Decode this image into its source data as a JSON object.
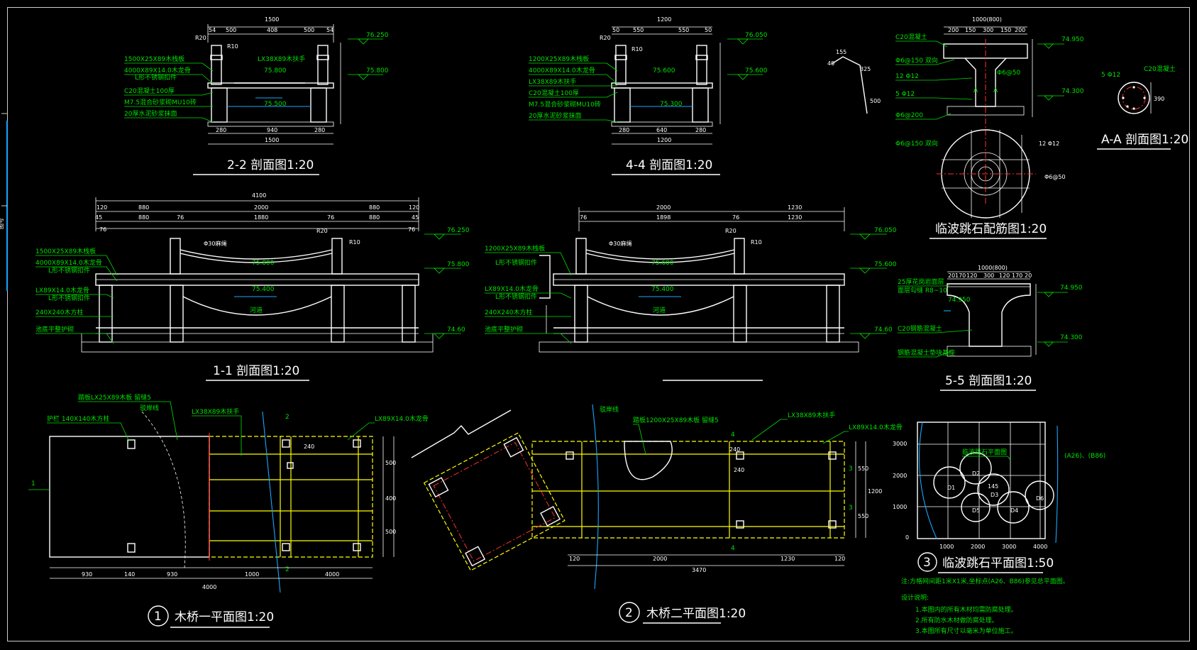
{
  "sheet": {
    "side_tag": "图号",
    "section_2_2": {
      "title": "2-2 剖面图1:20",
      "dims_top": [
        "1500",
        "54",
        "500",
        "408",
        "500",
        "54"
      ],
      "dims_bottom": [
        "280",
        "940",
        "280",
        "1500"
      ],
      "notes": [
        "1500X25X89木栈板",
        "4000X89X14.0木龙骨",
        "L形不锈钢扣件",
        "C20混凝土100厚",
        "M7.5混合砂浆砌MU10砖",
        "20厚水泥砂浆抹面"
      ],
      "levels": [
        "76.250",
        "75.800",
        "75.500"
      ],
      "small": [
        "R20",
        "R10",
        "LX38X89木扶手"
      ]
    },
    "section_4_4": {
      "title": "4-4 剖面图1:20",
      "dims_top": [
        "1200",
        "50",
        "550",
        "550",
        "50"
      ],
      "dims_bottom": [
        "280",
        "640",
        "280",
        "1200"
      ],
      "notes": [
        "1200X25X89木栈板",
        "4000X89X14.0木龙骨",
        "LX38X89木扶手",
        "C20混凝土100厚",
        "M7.5混合砂浆砌MU10砖",
        "20厚水泥砂浆抹面"
      ],
      "levels": [
        "76.050",
        "75.600",
        "75.300"
      ],
      "small": [
        "R20",
        "R10"
      ]
    },
    "section_1_1": {
      "title": "1-1 剖面图1:20",
      "dims_total": "4100",
      "dims_top": [
        "120",
        "880",
        "2000",
        "880",
        "120"
      ],
      "dims_second": [
        "45",
        "880",
        "76",
        "1880",
        "76",
        "880",
        "45"
      ],
      "notes": [
        "1500X25X89木栈板",
        "4000X89X14.0木龙骨",
        "L形不锈钢扣件",
        "LX89X14.0木龙骨",
        "L形不锈钢扣件",
        "240X240木方柱",
        "池底平整护砌"
      ],
      "labels": [
        "Φ30麻绳",
        "河道",
        "R20",
        "R10"
      ],
      "levels": [
        "76.250",
        "75.800",
        "75.400",
        "74.60"
      ]
    },
    "section_3_3": {
      "title": "",
      "dims_top": [
        "2000",
        "1230"
      ],
      "dims_second": [
        "76",
        "1898",
        "76",
        "1230"
      ],
      "notes": [
        "1200X25X89木栈板",
        "L形不锈钢扣件",
        "LX89X14.0木龙骨",
        "L形不锈钢扣件",
        "240X240木方柱",
        "池底平整护砌"
      ],
      "labels": [
        "Φ30麻绳",
        "河道",
        "R20",
        "R10"
      ],
      "levels": [
        "76.050",
        "75.600",
        "75.400",
        "74.60"
      ]
    },
    "stone_rebar": {
      "title": "临波跳石配筋图1:20",
      "dims_top": [
        "1000(800)",
        "200",
        "150",
        "300",
        "150",
        "200"
      ],
      "notes": [
        "C20混凝土",
        "Φ6@150 双向",
        "12 Φ12",
        "5 Φ12",
        "Φ6@200",
        "Φ6@150 双向",
        "Φ6@50"
      ],
      "side_labels": [
        "Φ6@50",
        "12 Φ12",
        "Φ6@50"
      ],
      "levels": [
        "74.950",
        "74.300"
      ],
      "labels": [
        "A",
        "A"
      ]
    },
    "section_a_a": {
      "title": "A-A 剖面图1:20",
      "labels": [
        "5 Φ12",
        "C20混凝土",
        "390"
      ]
    },
    "stone_section": {
      "title": "5-5 剖面图1:20",
      "dims_top": [
        "1000(800)",
        "20",
        "170",
        "120",
        "300",
        "120",
        "170",
        "20"
      ],
      "notes": [
        "25厚花岗岩面层",
        "面层勾缝 R8~10",
        "C20钢筋混凝土",
        "钢筋混凝土垫块基座"
      ],
      "levels": [
        "74.950",
        "74.950",
        "74.300"
      ]
    },
    "dim_sketch": {
      "labels": [
        "155",
        "40",
        "325",
        "500"
      ]
    },
    "plan_1": {
      "title": "木桥一平面图1:20",
      "num": "1",
      "notes": [
        "踏板LX25X89木板 留缝5",
        "驳岸线",
        "护栏 140X140木方柱",
        "LX38X89木扶手",
        "LX89X14.0木龙骨"
      ],
      "dims_bottom": [
        "930",
        "140",
        "930",
        "1000",
        "4000"
      ],
      "dims_total": "4000",
      "dims_right": [
        "500",
        "400",
        "500"
      ],
      "marks": [
        "1",
        "2",
        "2",
        "240"
      ]
    },
    "plan_2": {
      "title": "木桥二平面图1:20",
      "num": "2",
      "notes": [
        "驳岸线",
        "踏板1200X25X89木板 留缝5",
        "LX38X89木扶手",
        "LX89X14.0木龙骨"
      ],
      "dims_bottom": [
        "120",
        "2000",
        "1230",
        "120",
        "3470"
      ],
      "dims_right": [
        "550",
        "1200",
        "550"
      ],
      "marks": [
        "3",
        "3",
        "4",
        "4",
        "240",
        "240"
      ]
    },
    "stone_plan": {
      "title": "临波跳石平面图1:50",
      "num": "3",
      "y_ticks": [
        "3000",
        "2000",
        "1000",
        "0"
      ],
      "x_ticks": [
        "1000",
        "2000",
        "3000",
        "4000"
      ],
      "labels": [
        "临波跳石平面图",
        "(A26)、(B86)",
        "D1",
        "D2",
        "D3",
        "D4",
        "D5",
        "D6",
        "145"
      ],
      "note": "注:方格网间距1米X1米,坐标点(A26、B86)参见总平面图。",
      "design_head": "设计说明:",
      "design_notes": [
        "1.本图内的所有木材均需防腐处理。",
        "2.所有防水木材做防腐处理。",
        "3.本图所有尺寸以毫米为单位施工。"
      ]
    }
  }
}
